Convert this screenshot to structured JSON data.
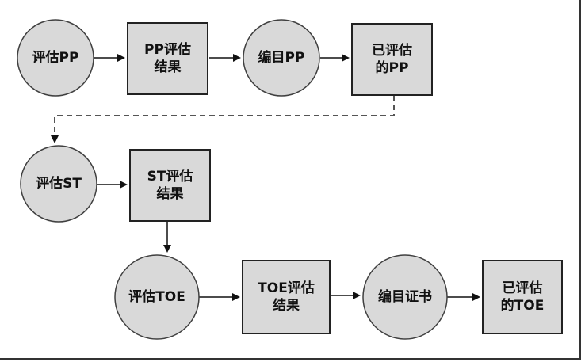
{
  "diagram": {
    "nodes": [
      {
        "id": "eval_pp",
        "shape": "circle",
        "lines": [
          "评估PP"
        ]
      },
      {
        "id": "pp_result",
        "shape": "rect",
        "lines": [
          "PP评估",
          "结果"
        ]
      },
      {
        "id": "catalog_pp",
        "shape": "circle",
        "lines": [
          "编目PP"
        ]
      },
      {
        "id": "evaluated_pp",
        "shape": "rect",
        "lines": [
          "已评估",
          "的PP"
        ]
      },
      {
        "id": "eval_st",
        "shape": "circle",
        "lines": [
          "评估ST"
        ]
      },
      {
        "id": "st_result",
        "shape": "rect",
        "lines": [
          "ST评估",
          "结果"
        ]
      },
      {
        "id": "eval_toe",
        "shape": "circle",
        "lines": [
          "评估TOE"
        ]
      },
      {
        "id": "toe_result",
        "shape": "rect",
        "lines": [
          "TOE评估",
          "结果"
        ]
      },
      {
        "id": "catalog_cert",
        "shape": "circle",
        "lines": [
          "编目证书"
        ]
      },
      {
        "id": "evaluated_toe",
        "shape": "rect",
        "lines": [
          "已评估",
          "的TOE"
        ]
      }
    ],
    "edges": [
      {
        "from": "eval_pp",
        "to": "pp_result",
        "style": "solid"
      },
      {
        "from": "pp_result",
        "to": "catalog_pp",
        "style": "solid"
      },
      {
        "from": "catalog_pp",
        "to": "evaluated_pp",
        "style": "solid"
      },
      {
        "from": "evaluated_pp",
        "to": "eval_st",
        "style": "dashed"
      },
      {
        "from": "eval_st",
        "to": "st_result",
        "style": "solid"
      },
      {
        "from": "st_result",
        "to": "eval_toe",
        "style": "solid"
      },
      {
        "from": "eval_toe",
        "to": "toe_result",
        "style": "solid"
      },
      {
        "from": "toe_result",
        "to": "catalog_cert",
        "style": "solid"
      },
      {
        "from": "catalog_cert",
        "to": "evaluated_toe",
        "style": "solid"
      }
    ]
  }
}
